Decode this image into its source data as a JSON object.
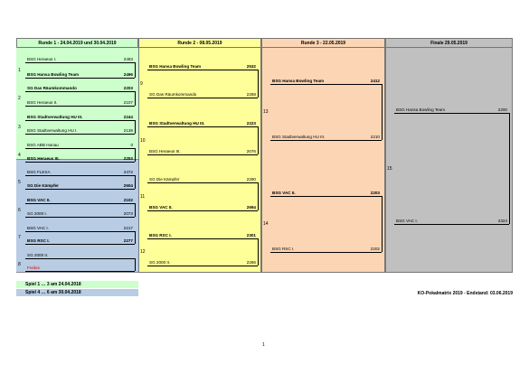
{
  "headers": {
    "r1": "Runde 1 - 24.04.2019 und 30.04.2019",
    "r2": "Runde 2 - 08.05.2019",
    "r3": "Runde 3 - 22.05.2019",
    "final": "Finale 29.05.2019"
  },
  "round1": [
    {
      "no": "1",
      "t1": "BSG Heraeus I.",
      "s1": "2493",
      "t2": "BSG Hansa Bowling Team",
      "s2": "2496",
      "bold": 2
    },
    {
      "no": "2",
      "t1": "SG Das Räumkommando",
      "s1": "2203",
      "t2": "BSG Heraeus II.",
      "s2": "2107",
      "bold": 1
    },
    {
      "no": "3",
      "t1": "BSG Stadtverwaltung HU III.",
      "s1": "2244",
      "t2": "BSG Stadtverwaltung HU I.",
      "s2": "2139",
      "bold": 1
    },
    {
      "no": "4",
      "t1": "BSG ABB Hanau",
      "s1": "0",
      "t2": "BSG Heraeus III.",
      "s2": "2253",
      "bold": 2
    },
    {
      "no": "5",
      "t1": "BSG FLEXA",
      "s1": "2472",
      "t2": "SG Die Kämpfer",
      "s2": "2604",
      "bold": 2
    },
    {
      "no": "6",
      "t1": "BSG VAC II.",
      "s1": "2102",
      "t2": "SG 2000 I.",
      "s2": "2073",
      "bold": 1
    },
    {
      "no": "7",
      "t1": "BSG VAC I.",
      "s1": "2217",
      "t2": "BSG RSC I.",
      "s2": "2277",
      "bold": 2
    },
    {
      "no": "8",
      "t1": "SG 2000 II.",
      "s1": "",
      "t2": "Freilos",
      "s2": "",
      "bold": 0
    }
  ],
  "round2": [
    {
      "no": "9",
      "t1": "BSG Hansa Bowling Team",
      "s1": "2532",
      "t2": "SG Das Räumkommando",
      "s2": "2268",
      "bold": 1
    },
    {
      "no": "10",
      "t1": "BSG Stadtverwaltung HU III.",
      "s1": "2223",
      "t2": "BSG Heraeus III.",
      "s2": "2076",
      "bold": 1
    },
    {
      "no": "11",
      "t1": "SG Die Kämpfer",
      "s1": "2290",
      "t2": "BSG VAC II.",
      "s2": "2694",
      "bold": 2
    },
    {
      "no": "12",
      "t1": "BSG RSC I.",
      "s1": "2301",
      "t2": "SG 2000 II.",
      "s2": "2266",
      "bold": 1
    }
  ],
  "round3": [
    {
      "no": "13",
      "t1": "BSG Hansa Bowling Team",
      "s1": "2412",
      "t2": "BSG Stadtverwaltung HU III.",
      "s2": "2210",
      "bold": 1
    },
    {
      "no": "14",
      "t1": "BSG VAC II.",
      "s1": "2203",
      "t2": "BSG RSC I.",
      "s2": "2202",
      "bold": 1
    }
  ],
  "final": {
    "no": "15",
    "t1": "BSG Hansa Bowling Team",
    "s1": "2200",
    "t2": "BSG VAC I.",
    "s2": "2324"
  },
  "legend": {
    "l1": "Spiel 1 … 3 am 24.04.2018",
    "l2": "Spiel 4 … 6 am 30.04.2018"
  },
  "footer": {
    "title": "KO-Pokalmatrix 2019 - Endstand: 03.06.2019",
    "page": "1"
  },
  "colors": {
    "green": "#ccffcc",
    "blue": "#b8cce4",
    "yellow": "#ffff99",
    "orange": "#fcd5b4",
    "gray": "#c0c0c0"
  }
}
